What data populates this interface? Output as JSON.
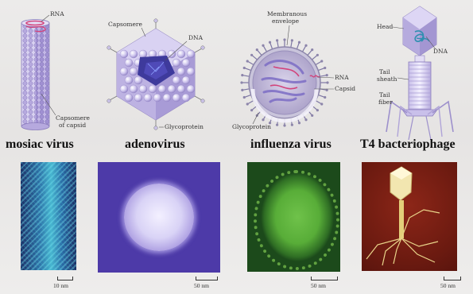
{
  "viruses": [
    {
      "name": "mosiac virus",
      "labels": {
        "rna": "RNA",
        "capsomere": "Capsomere",
        "of_capsid": "of capsid"
      },
      "scale": "10 nm"
    },
    {
      "name": "adenovirus",
      "labels": {
        "capsomere": "Capsomere",
        "dna": "DNA",
        "glycoprotein": "Glycoprotein"
      },
      "scale": "50 nm"
    },
    {
      "name": "influenza virus",
      "labels": {
        "membranous": "Membranous",
        "envelope": "envelope",
        "rna": "RNA",
        "capsid": "Capsid",
        "glycoprotein": "Glycoprotein"
      },
      "scale": "50 nm"
    },
    {
      "name": "T4 bacteriophage",
      "labels": {
        "head": "Head",
        "dna": "DNA",
        "tail": "Tail",
        "sheath": "sheath",
        "tail2": "Tail",
        "fiber": "fiber"
      },
      "scale": "50 nm"
    }
  ],
  "colors": {
    "capsid": "#b9aede",
    "capsid_dark": "#8f80bf",
    "rna": "#d2447c",
    "dna": "#2f8fb0",
    "photo1": "#2c4f8e",
    "photo2": "#4a3aa6",
    "photo3": "#205b27",
    "photo4": "#7a1d12"
  }
}
